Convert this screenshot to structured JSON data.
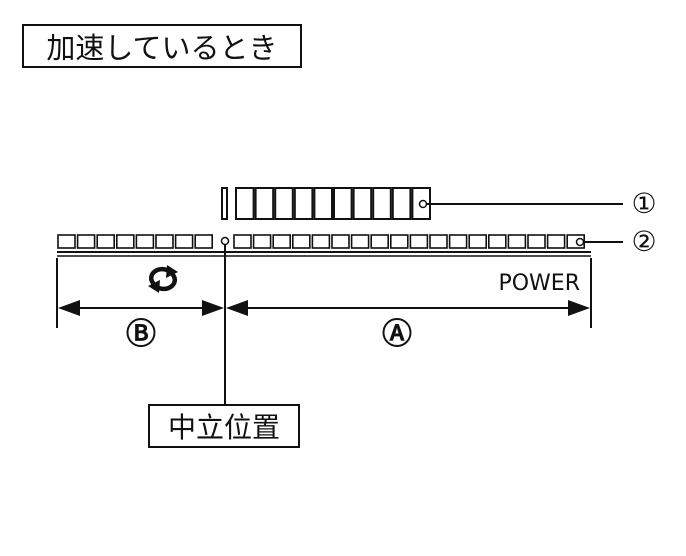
{
  "title": "加速しているとき",
  "neutral_label": "中立位置",
  "power_label": "POWER",
  "callouts": {
    "one": "①",
    "two": "②"
  },
  "ranges": {
    "a": "Ⓐ",
    "b": "Ⓑ"
  },
  "icons": {
    "regen": "regeneration-arrows-icon"
  },
  "colors": {
    "ink": "#111111",
    "background": "#ffffff"
  }
}
